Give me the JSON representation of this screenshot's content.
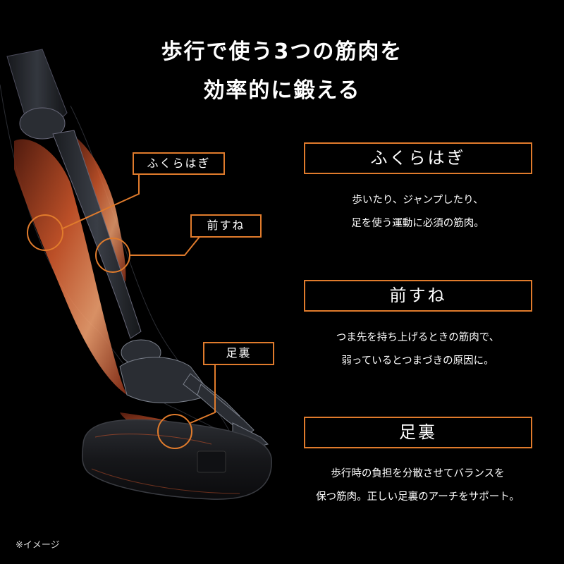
{
  "headline": {
    "line1": "歩行で使う3つの筋肉を",
    "line2": "効率的に鍛える"
  },
  "colors": {
    "background": "#000000",
    "accent_orange": "#e07b2c",
    "muscle_orange": "#c8512a",
    "text": "#ffffff"
  },
  "illustration": {
    "description": "leg-skeleton-with-highlighted-muscles-on-foot-massager-device",
    "callouts": [
      {
        "label": "ふくらはぎ"
      },
      {
        "label": "前すね"
      },
      {
        "label": "足裏"
      }
    ]
  },
  "muscles": [
    {
      "name": "ふくらはぎ",
      "desc_line1": "歩いたり、ジャンプしたり、",
      "desc_line2": "足を使う運動に必須の筋肉。"
    },
    {
      "name": "前すね",
      "desc_line1": "つま先を持ち上げるときの筋肉で、",
      "desc_line2": "弱っているとつまづきの原因に。"
    },
    {
      "name": "足裏",
      "desc_line1": "歩行時の負担を分散させてバランスを",
      "desc_line2": "保つ筋肉。正しい足裏のアーチをサポート。"
    }
  ],
  "footnote": "※イメージ"
}
